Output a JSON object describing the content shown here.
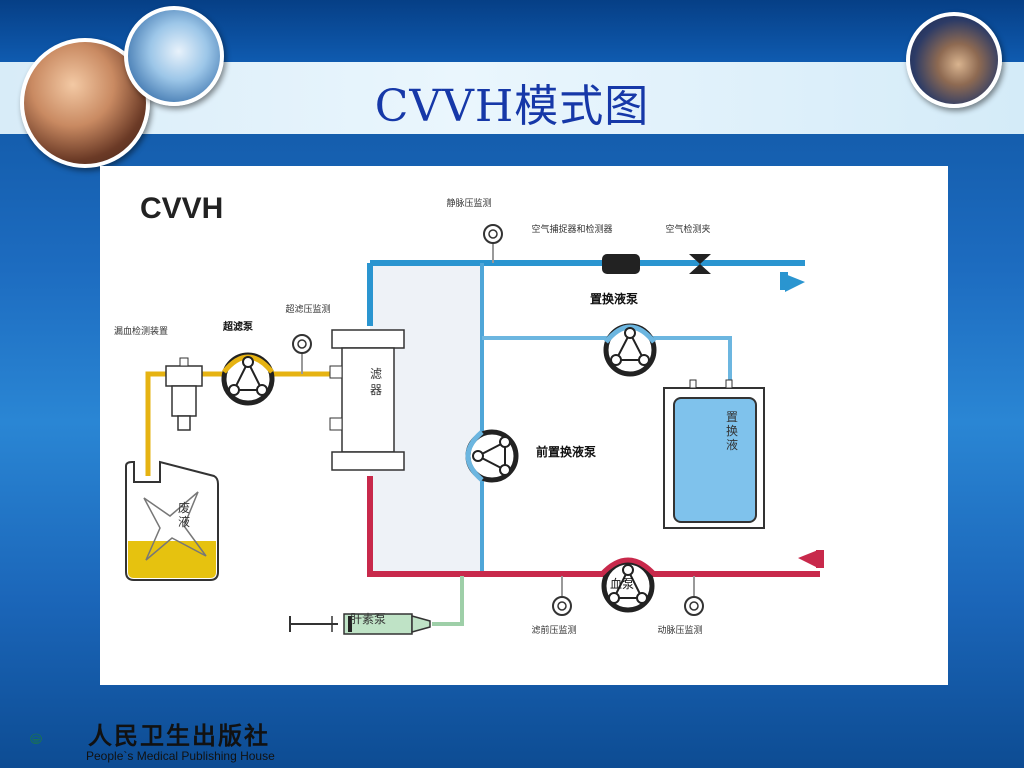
{
  "slide": {
    "title": "CVVH模式图"
  },
  "diagram": {
    "heading": "CVVH",
    "labels": {
      "venous_pressure": "静脉压监测",
      "air_trap": "空气捕捉器和检测器",
      "air_clamp": "空气检测夹",
      "replacement_pump": "置换液泵",
      "uf_pressure": "超滤压监测",
      "blood_leak": "漏血检测装置",
      "uf_pump": "超滤泵",
      "filter_1": "滤",
      "filter_2": "器",
      "pre_replacement_pump": "前置换液泵",
      "replacement_fluid_1": "置",
      "replacement_fluid_2": "换",
      "replacement_fluid_3": "液",
      "waste_1": "废",
      "waste_2": "液",
      "blood_pump": "血泵",
      "heparin_pump": "肝素泵",
      "prefilter_pressure": "滤前压监测",
      "arterial_pressure": "动脉压监测"
    },
    "colors": {
      "venous_line": "#2a95d0",
      "arterial_line": "#c8294b",
      "uf_line": "#e6b312",
      "replacement_line": "#6cb6e0",
      "heparin_line": "#9ecfa8"
    }
  },
  "footer": {
    "publisher_cn": "人民卫生出版社",
    "publisher_en": "People`s Medical Publishing House"
  }
}
